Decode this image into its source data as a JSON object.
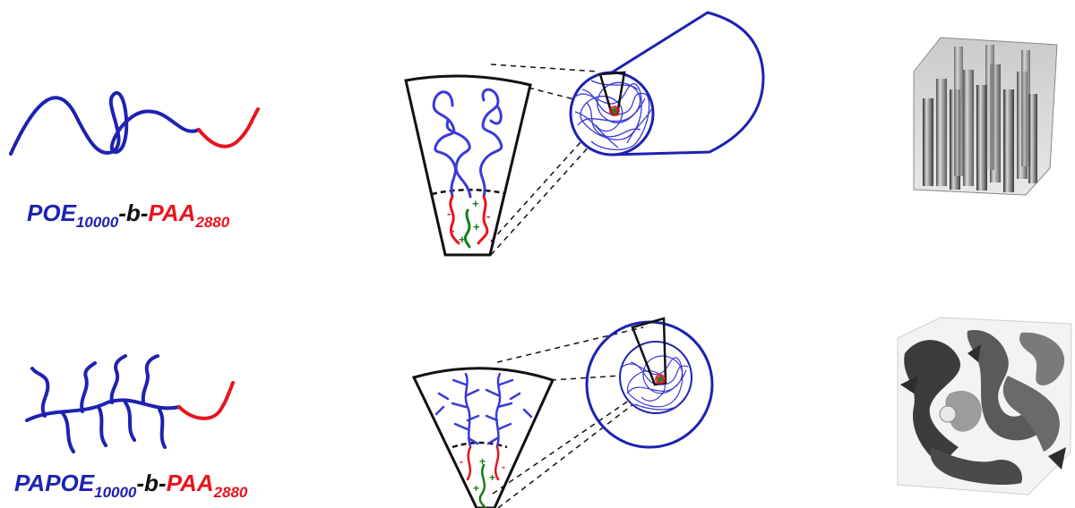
{
  "labels": {
    "top": {
      "block1_name": "POE",
      "block1_sub": "10000",
      "joiner": "-b-",
      "block2_name": "PAA",
      "block2_sub": "2880"
    },
    "bottom": {
      "block1_name": "PAPOE",
      "block1_sub": "10000",
      "joiner": "-b-",
      "block2_name": "PAA",
      "block2_sub": "2880"
    },
    "charge_plus": "+",
    "charge_minus": "-"
  },
  "colors": {
    "neutral_block": "#1e22b0",
    "neutral_coil": "#3a3ad6",
    "acid_block": "#e8141e",
    "counter_polymer": "#1a7a1a",
    "outline": "#111111",
    "structure_dark": "#555555"
  }
}
